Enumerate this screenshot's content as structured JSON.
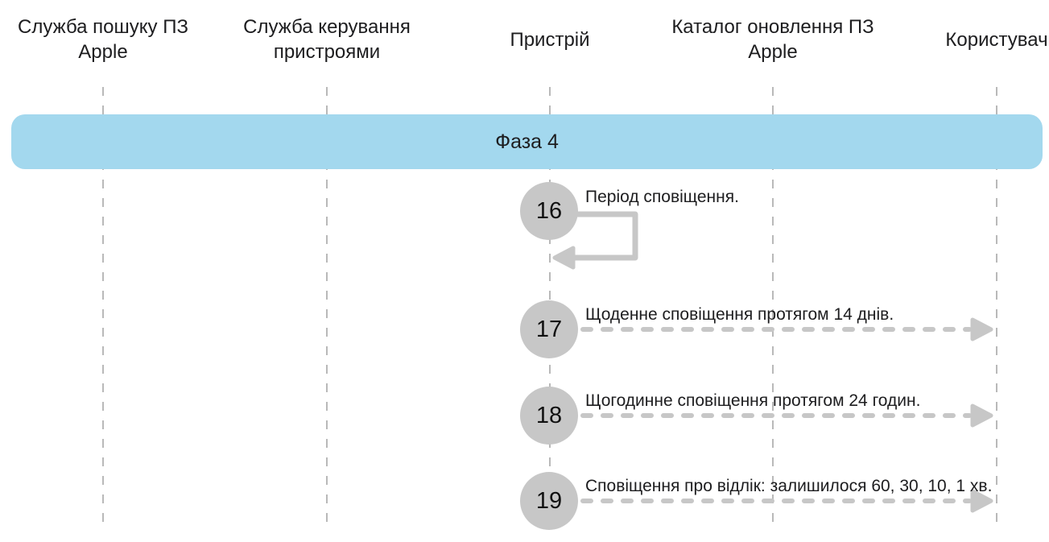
{
  "diagram": {
    "type": "sequence-diagram",
    "phase_label": "Фаза 4",
    "actors": [
      {
        "label": "Служба пошуку ПЗ Apple"
      },
      {
        "label": "Служба керування пристроями"
      },
      {
        "label": "Пристрій"
      },
      {
        "label": "Каталог оновлення ПЗ Apple"
      },
      {
        "label": "Користувач"
      }
    ],
    "steps": [
      {
        "number": "16",
        "label": "Період сповіщення.",
        "from": "Пристрій",
        "to": "Пристрій",
        "arrow_style": "solid-self-loop"
      },
      {
        "number": "17",
        "label": "Щоденне сповіщення протягом 14 днів.",
        "from": "Пристрій",
        "to": "Користувач",
        "arrow_style": "dashed"
      },
      {
        "number": "18",
        "label": "Щогодинне сповіщення протягом 24 годин.",
        "from": "Пристрій",
        "to": "Користувач",
        "arrow_style": "dashed"
      },
      {
        "number": "19",
        "label": "Сповіщення про відлік: залишилося 60, 30, 10, 1 хв.",
        "from": "Пристрій",
        "to": "Користувач",
        "arrow_style": "dashed"
      }
    ],
    "colors": {
      "phase_banner_fill": "#A3D8EE",
      "step_circle_fill": "#C7C7C7",
      "arrow": "#C7C7C7",
      "lifeline": "#B9B9B9",
      "text": "#1D1D1F"
    }
  }
}
